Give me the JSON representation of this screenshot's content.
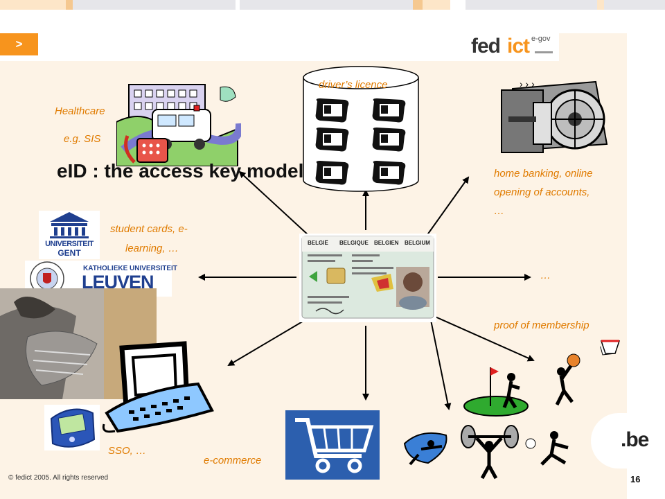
{
  "header": {
    "nav_button": ">",
    "logo_main": "fedict",
    "logo_accent": "ict",
    "logo_sub": "e-gov"
  },
  "title": "eID : the access key model",
  "labels": {
    "drivers_licence": "driver’s licence",
    "healthcare": "Healthcare",
    "healthcare_example": "e.g. SIS",
    "banking_line1": "home banking, online",
    "banking_line2": "opening of accounts,",
    "banking_line3": "…",
    "student_line1": "student cards, e-",
    "student_line2": "learning, …",
    "ellipsis": "…",
    "membership": "proof of membership",
    "sso": "SSO, …",
    "ecommerce": "e-commerce"
  },
  "logos": {
    "gent_line1": "UNIVERSITEIT",
    "gent_line2": "GENT",
    "leuven_line1": "KATHOLIEKE UNIVERSITEIT",
    "leuven_line2": "LEUVEN",
    "be": ".be"
  },
  "card": {
    "countries": [
      "BELGIË",
      "BELGIQUE",
      "BELGIEN",
      "BELGIUM"
    ]
  },
  "footer": {
    "copyright": "© fedict 2005. All rights reserved",
    "page_number": "16"
  },
  "colors": {
    "accent": "#f7941d",
    "label_text": "#e07b00",
    "panel": "#fdf3e6"
  }
}
